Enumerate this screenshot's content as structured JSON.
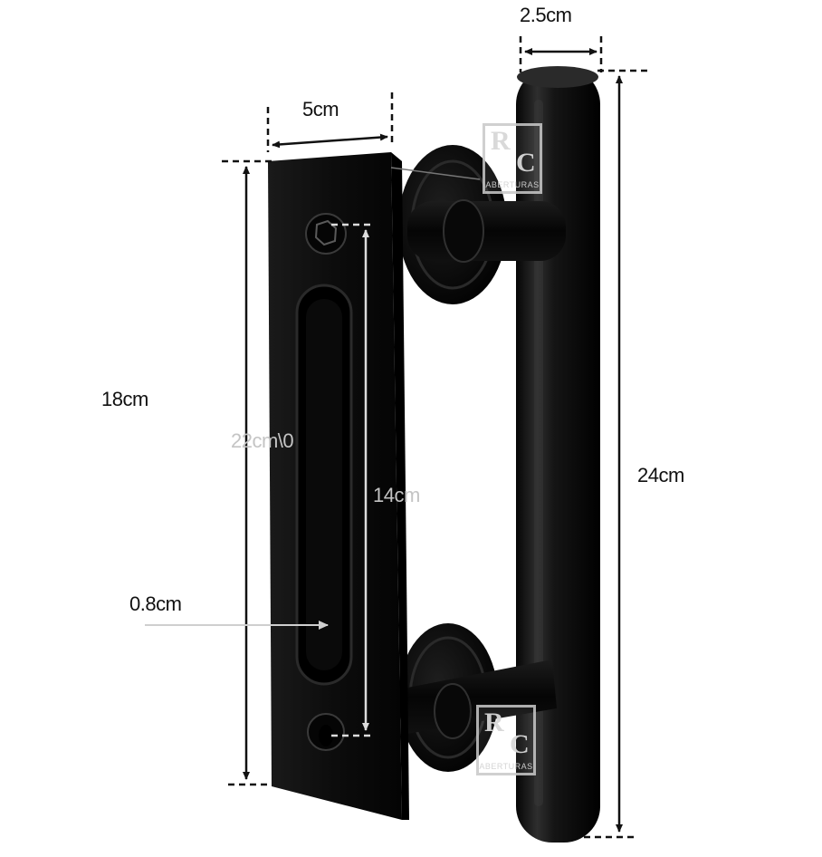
{
  "dimensions": {
    "bar_diameter": "2.5cm",
    "plate_width": "5cm",
    "plate_height": "18cm",
    "hole_spacing_plain": "22cm\\0",
    "hole_spacing": "14cm",
    "slot_depth": "0.8cm",
    "bar_length": "24cm"
  },
  "watermark": {
    "letter_top": "R",
    "letter_bottom": "C",
    "caption": "ABERTURAS"
  },
  "colors": {
    "metal": "#0c0c0c",
    "metal_highlight": "#3a3a3a",
    "dimension_line": "#111111",
    "arrow_light": "#cfcfcf"
  }
}
